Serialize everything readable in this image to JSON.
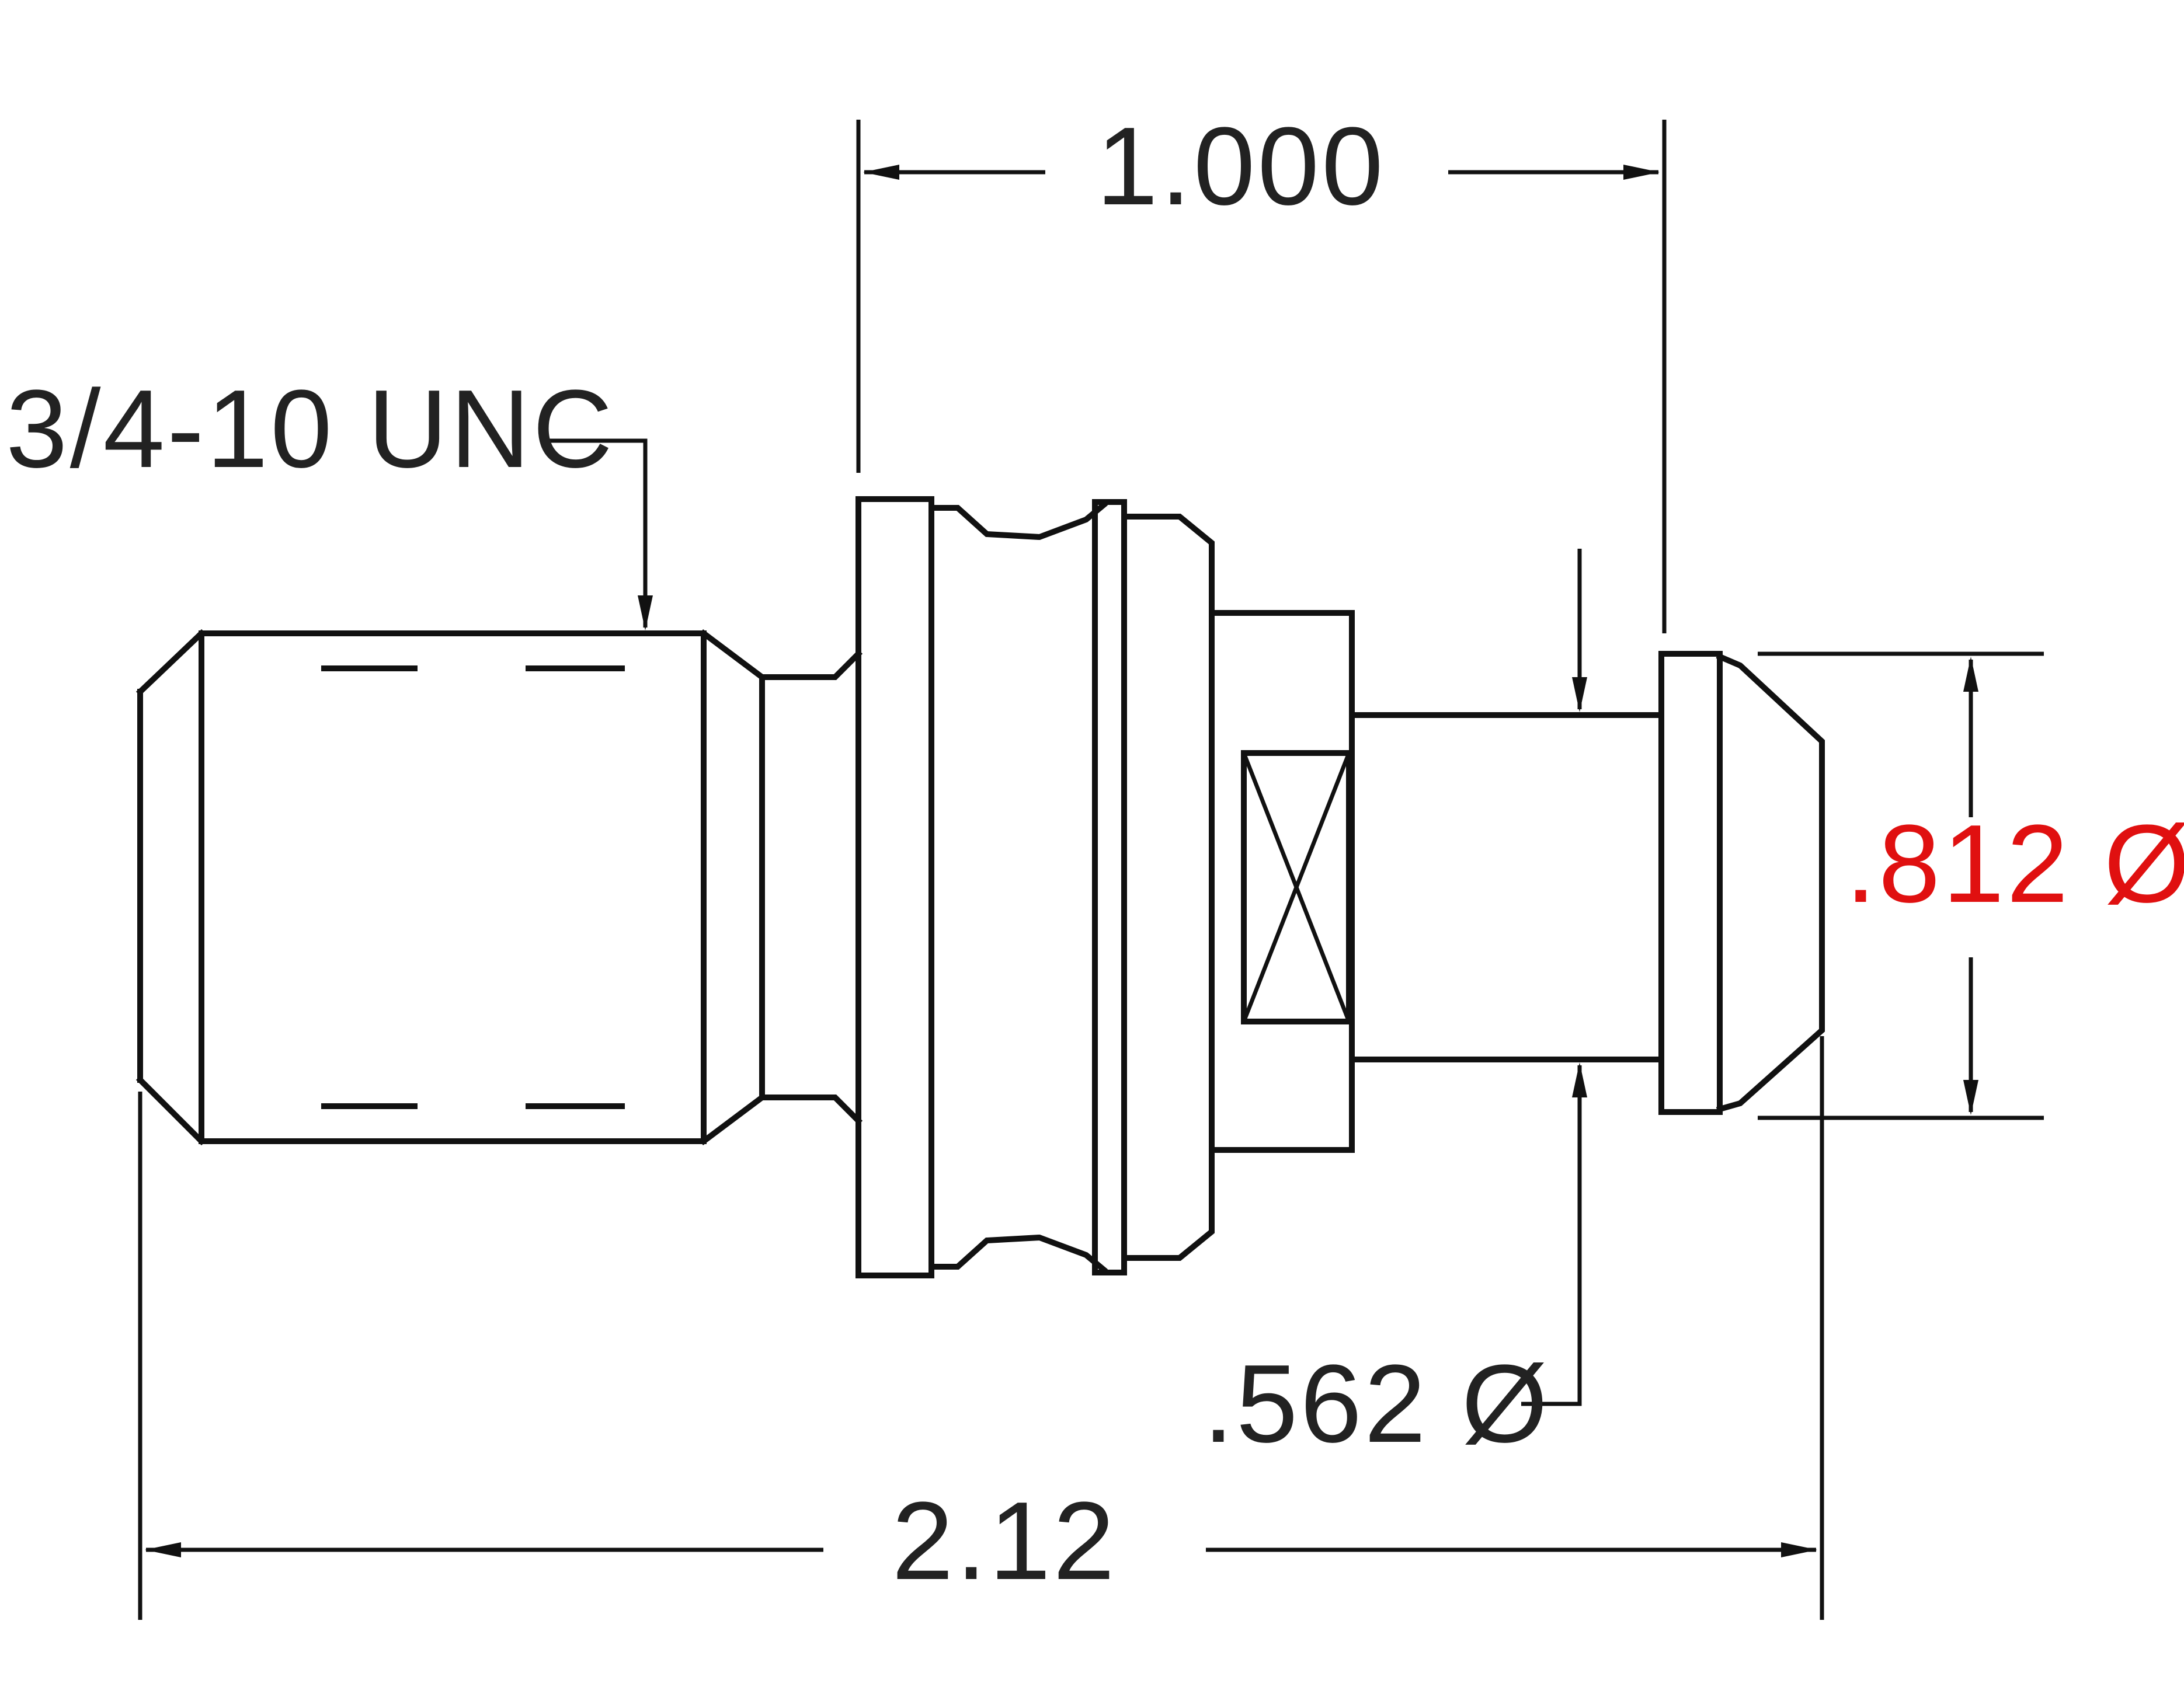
{
  "dimensions": {
    "top_length": "1.000",
    "thread_spec": "3/4-10 UNC",
    "head_diameter": ".812 Ø",
    "neck_diameter": ".562 Ø",
    "overall_length": "2.12"
  },
  "colors": {
    "line": "#111111",
    "text": "#222222",
    "highlight": "#e01010"
  }
}
